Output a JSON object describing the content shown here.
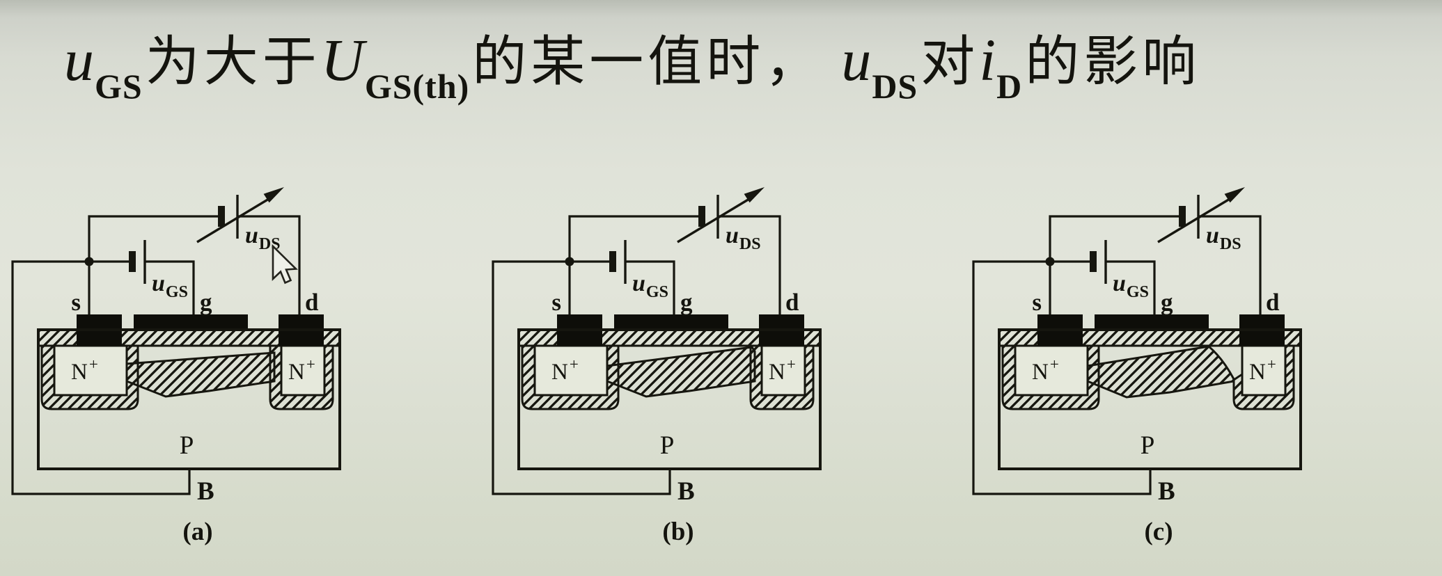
{
  "title": {
    "parts": [
      {
        "t": "u"
      },
      {
        "t": "GS"
      },
      {
        "t": "为大于"
      },
      {
        "t": "U"
      },
      {
        "t": "GS(th)"
      },
      {
        "t": "的某一值时，"
      },
      {
        "t": "u"
      },
      {
        "t": "DS"
      },
      {
        "t": "对"
      },
      {
        "t": "i"
      },
      {
        "t": "D"
      },
      {
        "t": "的影响"
      }
    ]
  },
  "colors": {
    "background_top": "#b9bdb4",
    "background": "#e0e3d9",
    "ink": "#16160f"
  },
  "diagrams": [
    {
      "caption": "(a)",
      "terminal_source": "s",
      "terminal_gate": "g",
      "terminal_drain": "d",
      "terminal_body": "B",
      "region_substrate": "P",
      "region_n_source": "N",
      "region_n_source_sup": "+",
      "region_n_drain": "N",
      "region_n_drain_sup": "+",
      "vds_symbol": "u",
      "vds_sub": "DS",
      "vgs_symbol": "u",
      "vgs_sub": "GS"
    },
    {
      "caption": "(b)",
      "terminal_source": "s",
      "terminal_gate": "g",
      "terminal_drain": "d",
      "terminal_body": "B",
      "region_substrate": "P",
      "region_n_source": "N",
      "region_n_source_sup": "+",
      "region_n_drain": "N",
      "region_n_drain_sup": "+",
      "vds_symbol": "u",
      "vds_sub": "DS",
      "vgs_symbol": "u",
      "vgs_sub": "GS"
    },
    {
      "caption": "(c)",
      "terminal_source": "s",
      "terminal_gate": "g",
      "terminal_drain": "d",
      "terminal_body": "B",
      "region_substrate": "P",
      "region_n_source": "N",
      "region_n_source_sup": "+",
      "region_n_drain": "N",
      "region_n_drain_sup": "+",
      "vds_symbol": "u",
      "vds_sub": "DS",
      "vgs_symbol": "u",
      "vgs_sub": "GS"
    }
  ]
}
